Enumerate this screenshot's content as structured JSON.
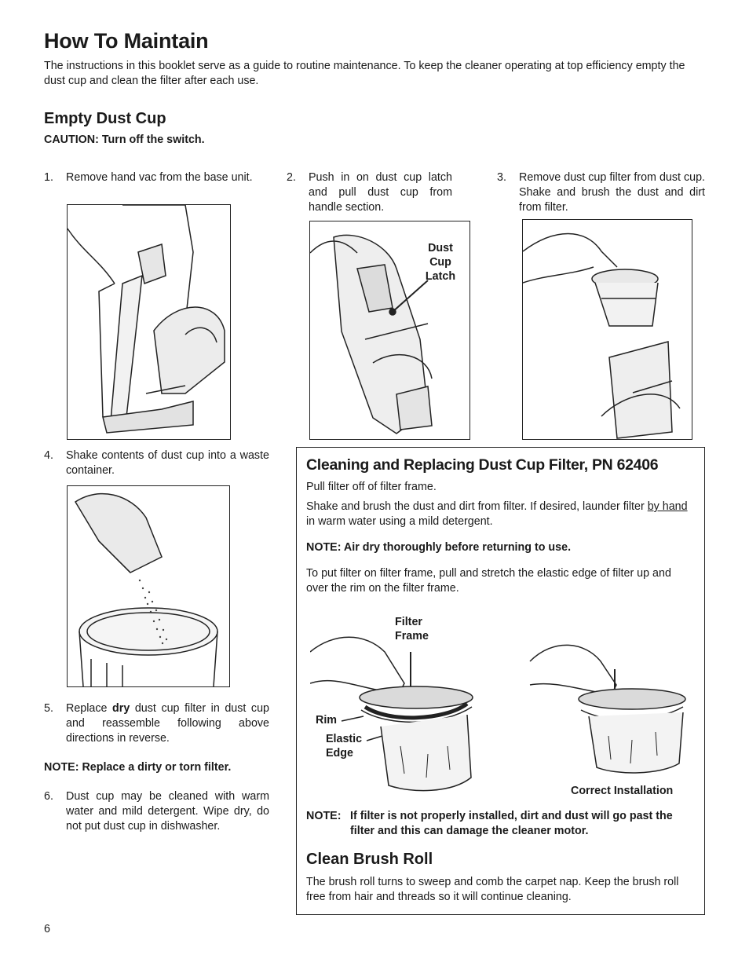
{
  "header": {
    "title": "How To Maintain",
    "intro": "The instructions in this booklet serve as a guide to routine maintenance. To keep the cleaner operating at top efficiency empty the dust cup and clean the filter after each use."
  },
  "empty_dust_cup": {
    "heading": "Empty Dust Cup",
    "caution": "CAUTION:   Turn off the switch.",
    "steps": [
      {
        "num": "1.",
        "text": "Remove hand vac from the base unit."
      },
      {
        "num": "2.",
        "text": "Push in on dust cup latch and pull dust cup from handle section."
      },
      {
        "num": "3.",
        "text": "Remove dust cup filter from dust cup. Shake and brush the dust and dirt from filter."
      },
      {
        "num": "4.",
        "text": "Shake contents of dust cup into a waste container."
      },
      {
        "num": "5.",
        "text_before": "Replace ",
        "text_bold": "dry",
        "text_after": " dust cup filter in dust cup and reassemble following above directions in reverse."
      },
      {
        "num": "6.",
        "text": "Dust cup may be cleaned with warm water and mild detergent. Wipe dry, do not put dust cup in dishwasher."
      }
    ],
    "note": "NOTE:  Replace a dirty or torn filter.",
    "latch_label": [
      "Dust",
      "Cup",
      "Latch"
    ]
  },
  "filter_box": {
    "heading": "Cleaning and Replacing Dust Cup Filter, PN 62406",
    "p1": "Pull filter off of filter frame.",
    "p2_before": "Shake and brush the dust and dirt from filter.  If desired, launder filter ",
    "p2_underlined": "by hand",
    "p2_after": " in warm water using a mild detergent.",
    "note1": "NOTE:  Air dry thoroughly before returning to use.",
    "p3": "To put filter on filter frame, pull and stretch the elastic edge of filter up and over the rim on the filter frame.",
    "labels": {
      "filter_frame": [
        "Filter",
        "Frame"
      ],
      "rim": "Rim",
      "elastic_edge": [
        "Elastic",
        "Edge"
      ],
      "correct_installation": "Correct Installation"
    },
    "note2_prefix": "NOTE:",
    "note2_text": "If filter is not properly installed, dirt and dust will go past the filter and this can damage the cleaner motor."
  },
  "brush_roll": {
    "heading": "Clean Brush Roll",
    "text": "The brush roll turns to sweep and comb the carpet nap. Keep the brush roll free from hair and threads so it will continue cleaning."
  },
  "footer": {
    "page_number": "6"
  }
}
